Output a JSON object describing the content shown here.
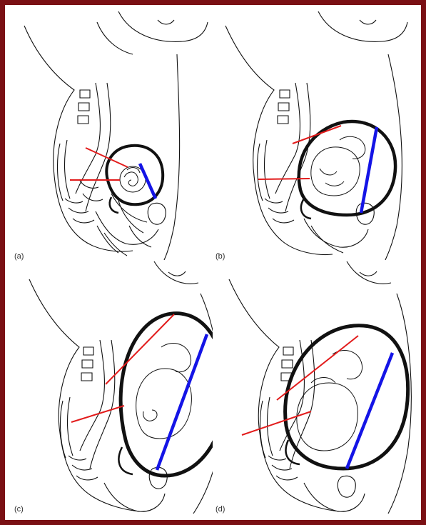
{
  "figure": {
    "panels": [
      {
        "id": "a",
        "label": "(a)"
      },
      {
        "id": "b",
        "label": "(b)"
      },
      {
        "id": "c",
        "label": "(c)"
      },
      {
        "id": "d",
        "label": "(d)"
      }
    ]
  },
  "colors": {
    "frame": "#7a1014",
    "outline": "#111111",
    "red_line": "#e21b1b",
    "blue_line": "#1414e6",
    "background": "#ffffff"
  }
}
